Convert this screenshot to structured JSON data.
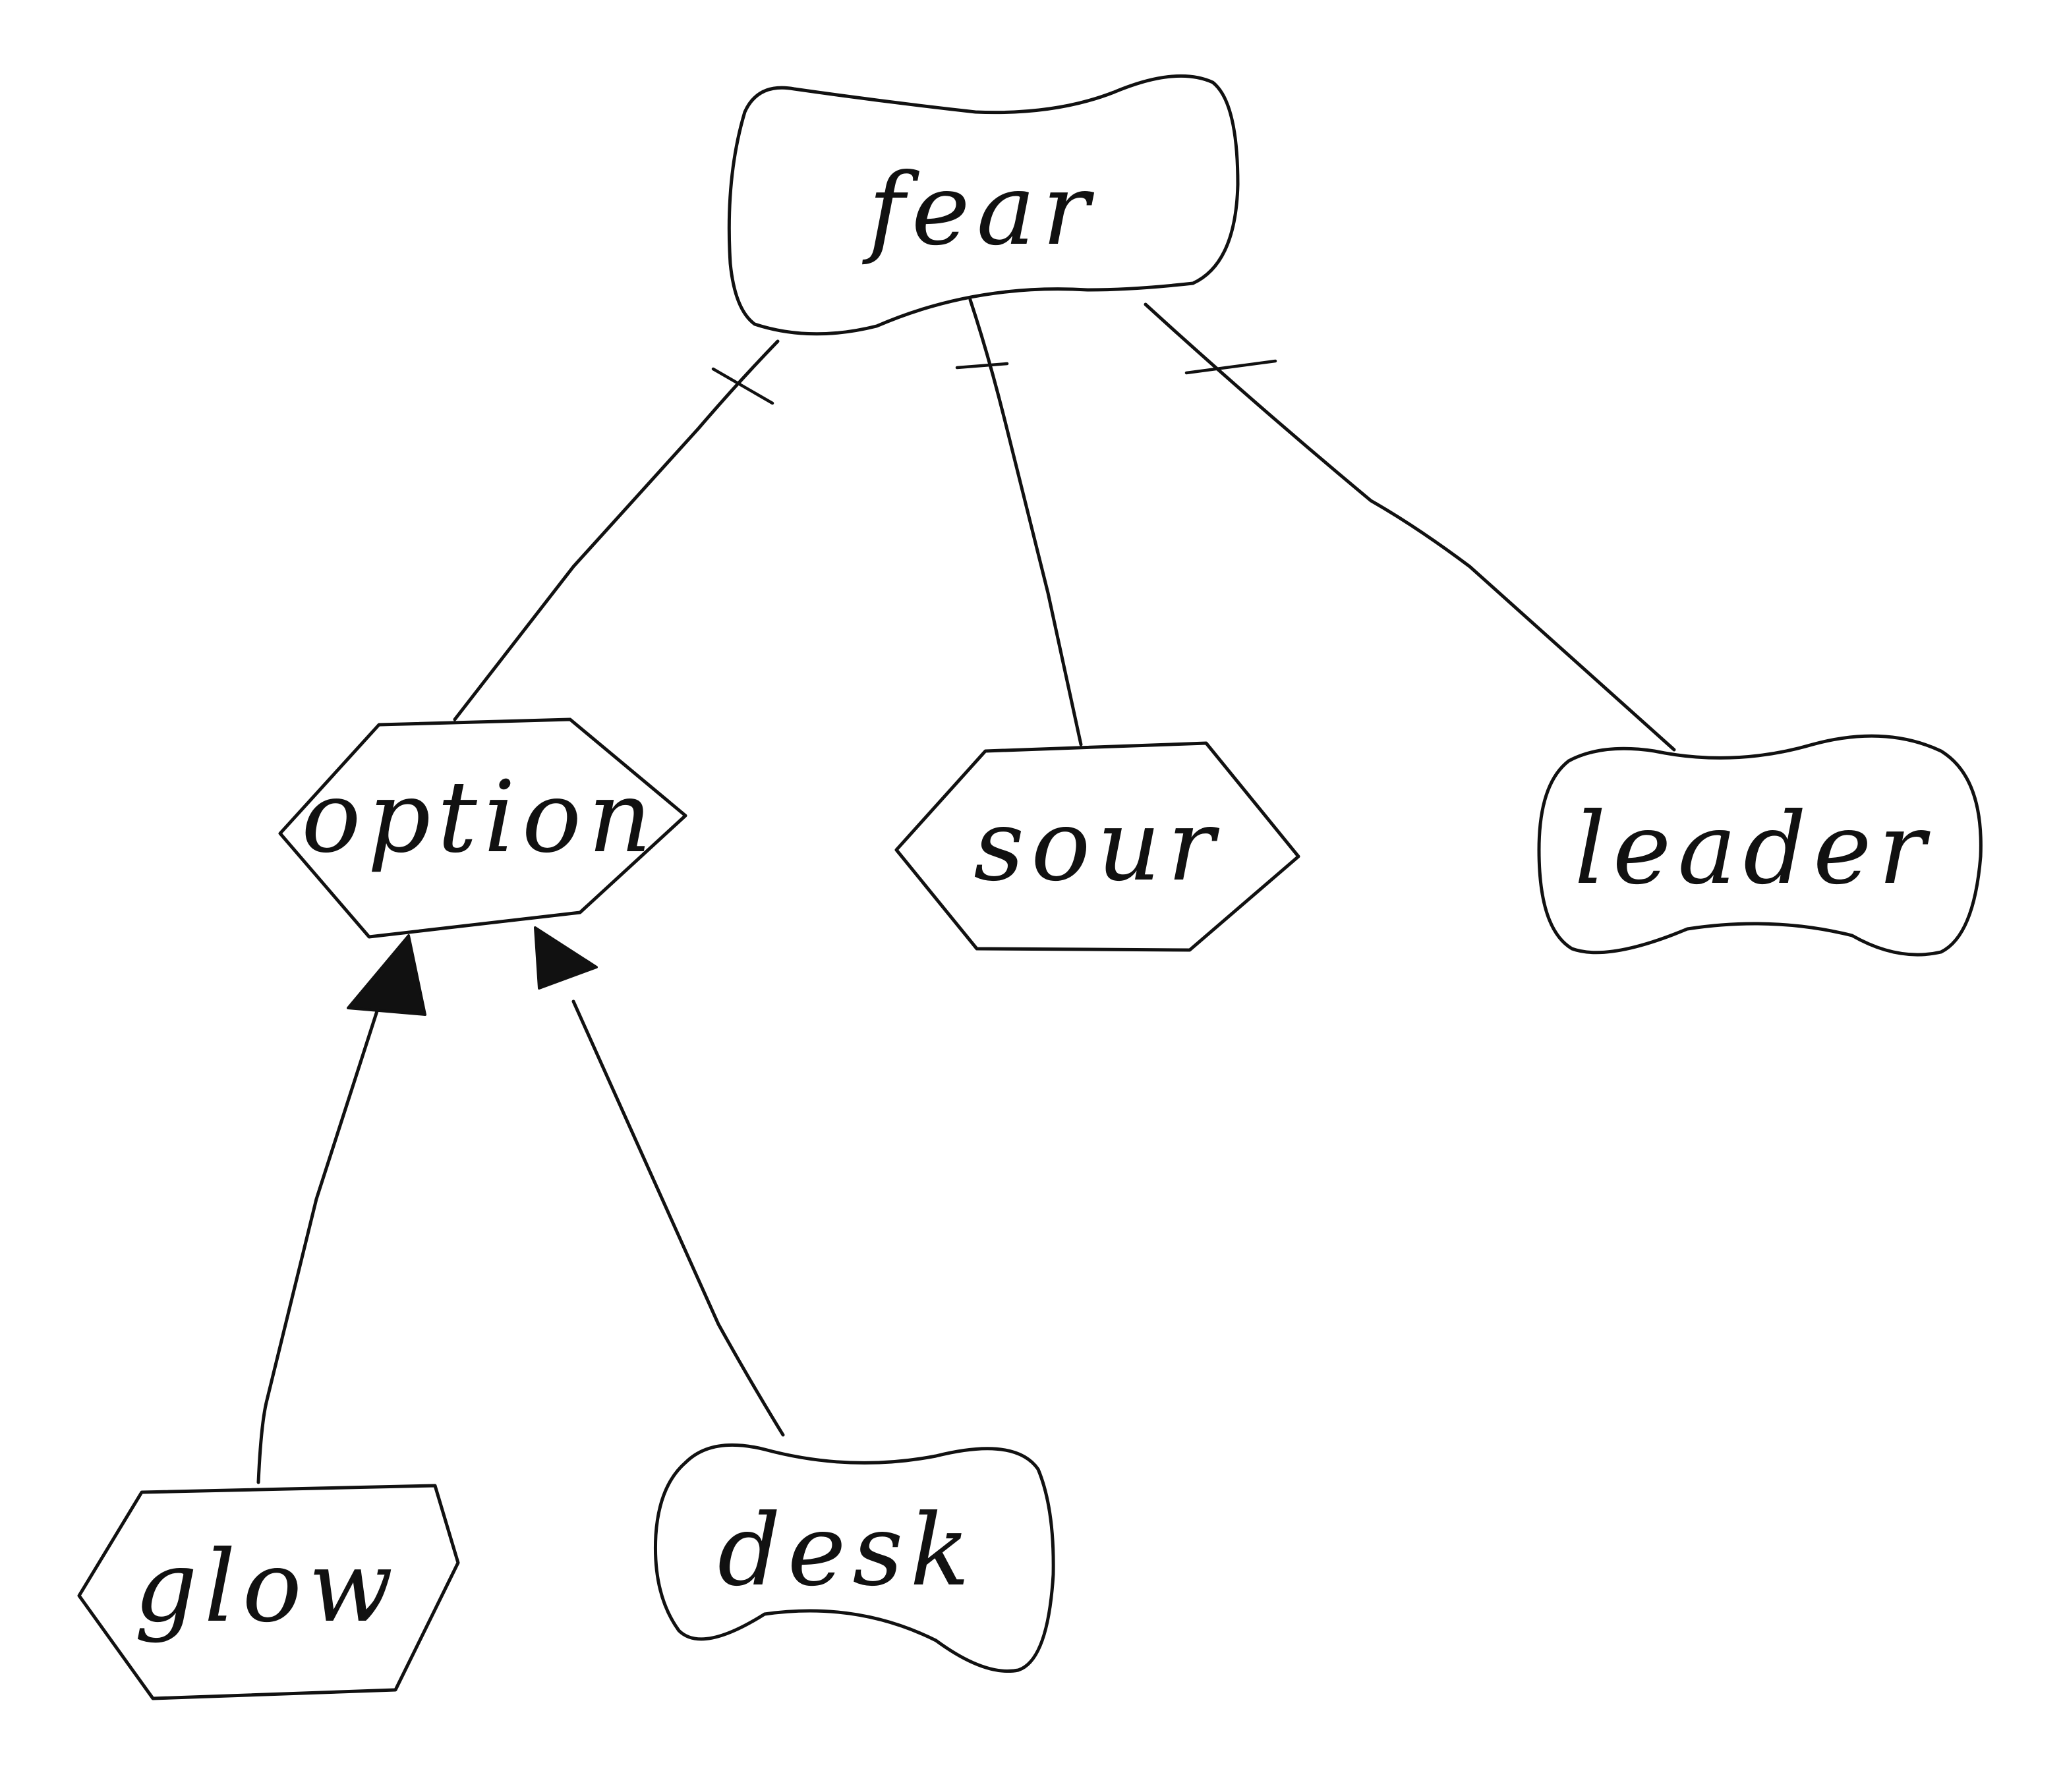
{
  "nodes": {
    "fear": {
      "label": "fear",
      "shape": "wavy-rounded"
    },
    "option": {
      "label": "option",
      "shape": "hexagon"
    },
    "sour": {
      "label": "sour",
      "shape": "hexagon"
    },
    "leader": {
      "label": "leader",
      "shape": "wavy-rounded"
    },
    "glow": {
      "label": "glow",
      "shape": "hexagon"
    },
    "desk": {
      "label": "desk",
      "shape": "wavy-rounded"
    }
  },
  "edges": [
    {
      "from": "fear",
      "to": "option",
      "marker": "tick"
    },
    {
      "from": "fear",
      "to": "sour",
      "marker": "tick"
    },
    {
      "from": "fear",
      "to": "leader",
      "marker": "tick"
    },
    {
      "from": "glow",
      "to": "option",
      "marker": "filled-arrow"
    },
    {
      "from": "desk",
      "to": "option",
      "marker": "filled-arrow"
    }
  ],
  "colors": {
    "stroke": "#111111",
    "background": "#ffffff"
  }
}
